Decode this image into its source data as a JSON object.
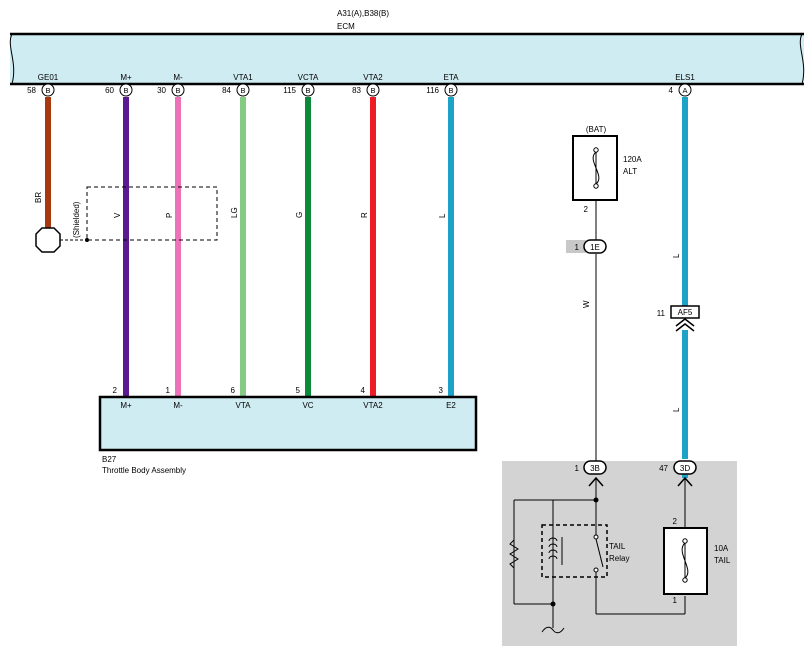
{
  "header": {
    "connector_ref": "A31(A),B38(B)",
    "component": "ECM"
  },
  "colors": {
    "ecm_fill": "#cfecf2",
    "relay_box_fill": "#d3d3d3",
    "BR": "#a8380f",
    "V": "#5b1a8f",
    "P": "#ee72b8",
    "LG": "#86cb84",
    "G": "#0c8a3a",
    "R": "#ee1c24",
    "L": "#1ea3c8",
    "W": "#ffffff"
  },
  "ecm_pins": [
    {
      "num": "58",
      "name": "GE01",
      "conn": "B"
    },
    {
      "num": "60",
      "name": "M+",
      "conn": "B"
    },
    {
      "num": "30",
      "name": "M-",
      "conn": "B"
    },
    {
      "num": "84",
      "name": "VTA1",
      "conn": "B"
    },
    {
      "num": "115",
      "name": "VCTA",
      "conn": "B"
    },
    {
      "num": "83",
      "name": "VTA2",
      "conn": "B"
    },
    {
      "num": "116",
      "name": "ETA",
      "conn": "B"
    },
    {
      "num": "4",
      "name": "ELS1",
      "conn": "A"
    }
  ],
  "wire_colors": {
    "br": "BR",
    "shielded": "(Shielded)",
    "v": "V",
    "p": "P",
    "lg": "LG",
    "g": "G",
    "r": "R",
    "l_eta": "L",
    "l_top": "L",
    "l_bottom": "L",
    "w": "W"
  },
  "throttle": {
    "ref": "B27",
    "name": "Throttle Body Assembly",
    "pins": [
      {
        "num": "2",
        "name": "M+"
      },
      {
        "num": "1",
        "name": "M-"
      },
      {
        "num": "6",
        "name": "VTA"
      },
      {
        "num": "5",
        "name": "VC"
      },
      {
        "num": "4",
        "name": "VTA2"
      },
      {
        "num": "3",
        "name": "E2"
      }
    ]
  },
  "bat_fuse": {
    "source": "(BAT)",
    "rating": "120A",
    "name": "ALT",
    "pin": "2"
  },
  "connectors": {
    "c1e": {
      "pin": "1",
      "label": "1E"
    },
    "af5": {
      "pin": "11",
      "label": "AF5"
    },
    "c3b": {
      "pin": "1",
      "label": "3B"
    },
    "c3d": {
      "pin": "47",
      "label": "3D"
    }
  },
  "relay": {
    "line1": "TAIL",
    "line2": "Relay"
  },
  "tail_fuse": {
    "rating": "10A",
    "name": "TAIL",
    "pin_top": "2",
    "pin_bottom": "1"
  }
}
